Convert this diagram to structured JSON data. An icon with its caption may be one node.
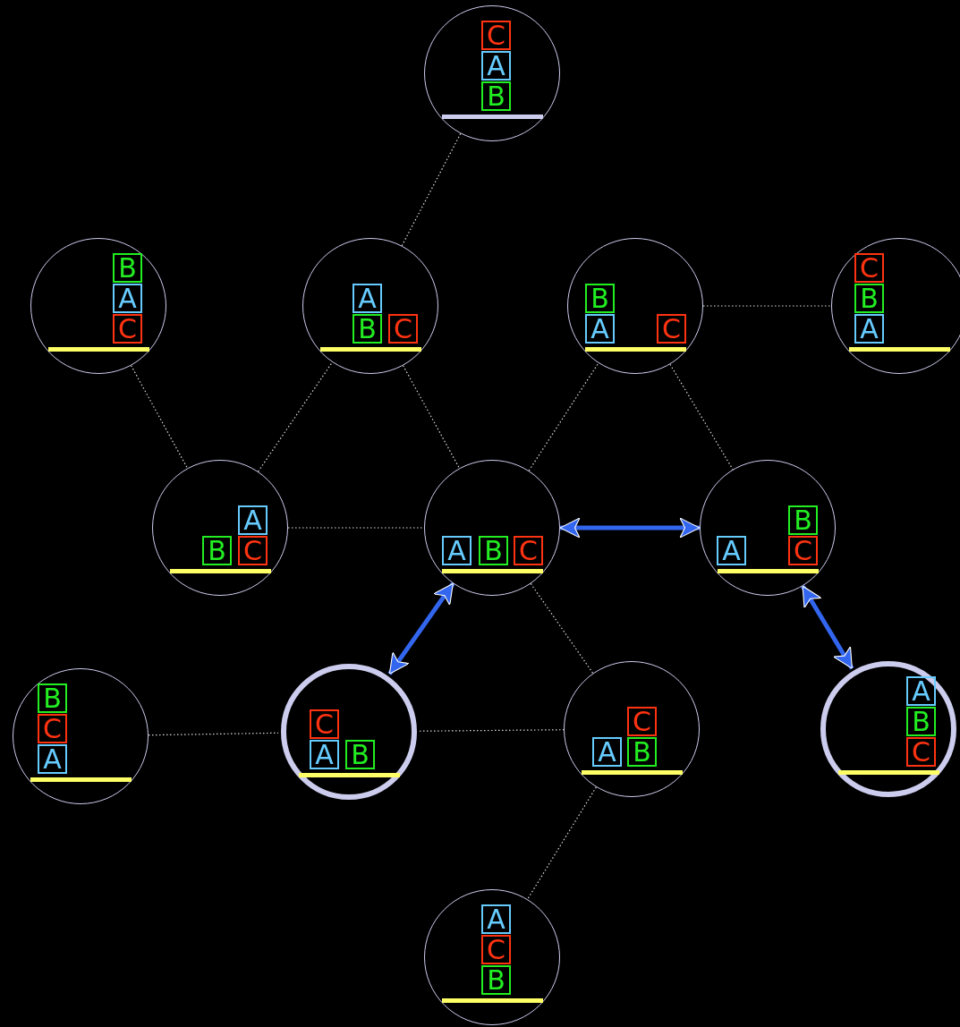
{
  "diagram": {
    "nodes": [
      {
        "text": [],
        "shape": "circle"
      },
      {
        "text": [
          "C"
        ],
        "in": 0
      },
      {
        "text": [
          "A"
        ],
        "in": 0
      },
      {
        "text": [
          "B"
        ],
        "in": 0
      },
      {
        "text": [],
        "shape": "circle"
      },
      {
        "text": [
          "B"
        ],
        "in": 4
      },
      {
        "text": [
          "A"
        ],
        "in": 4
      },
      {
        "text": [
          "C"
        ],
        "in": 4
      },
      {
        "text": [],
        "shape": "circle"
      },
      {
        "text": [
          "A"
        ],
        "in": 8
      },
      {
        "text": [
          "B"
        ],
        "in": 8
      },
      {
        "text": [
          "C"
        ],
        "in": 8
      },
      {
        "text": [],
        "shape": "circle"
      },
      {
        "text": [
          "B"
        ],
        "in": 12
      },
      {
        "text": [
          "A"
        ],
        "in": 12
      },
      {
        "text": [
          "C"
        ],
        "in": 12
      },
      {
        "text": [],
        "shape": "circle"
      },
      {
        "text": [
          "C"
        ],
        "in": 16
      },
      {
        "text": [
          "B"
        ],
        "in": 16
      },
      {
        "text": [
          "A"
        ],
        "in": 16
      },
      {
        "text": [],
        "shape": "circle"
      },
      {
        "text": [
          "A"
        ],
        "in": 20
      },
      {
        "text": [
          "B"
        ],
        "in": 20
      },
      {
        "text": [
          "C"
        ],
        "in": 20
      },
      {
        "text": [],
        "shape": "circle"
      },
      {
        "text": [
          "A"
        ],
        "in": 24
      },
      {
        "text": [
          "B"
        ],
        "in": 24
      },
      {
        "text": [
          "C"
        ],
        "in": 24
      },
      {
        "text": [],
        "shape": "circle"
      },
      {
        "text": [
          "B"
        ],
        "in": 28
      },
      {
        "text": [
          "A"
        ],
        "in": 28
      },
      {
        "text": [
          "C"
        ],
        "in": 28
      },
      {
        "text": [],
        "shape": "circle"
      },
      {
        "text": [
          "B"
        ],
        "in": 32
      },
      {
        "text": [
          "C"
        ],
        "in": 32
      },
      {
        "text": [
          "A"
        ],
        "in": 32
      },
      {
        "text": [],
        "shape": "circle"
      },
      {
        "text": [
          "C"
        ],
        "in": 36
      },
      {
        "text": [
          "A"
        ],
        "in": 36
      },
      {
        "text": [
          "B"
        ],
        "in": 36
      },
      {
        "text": [],
        "shape": "circle"
      },
      {
        "text": [
          "C"
        ],
        "in": 40
      },
      {
        "text": [
          "A"
        ],
        "in": 40
      },
      {
        "text": [
          "B"
        ],
        "in": 40
      },
      {
        "text": [],
        "shape": "circle"
      },
      {
        "text": [
          "A"
        ],
        "in": 44
      },
      {
        "text": [
          "B"
        ],
        "in": 44
      },
      {
        "text": [
          "C"
        ],
        "in": 44
      },
      {
        "text": [],
        "shape": "circle"
      },
      {
        "text": [
          "A"
        ],
        "in": 48
      },
      {
        "text": [
          "C"
        ],
        "in": 48
      },
      {
        "text": [
          "B"
        ],
        "in": 48
      }
    ],
    "edges": [
      {
        "from": 0,
        "to": 8,
        "arrow": "none",
        "style": "dashed"
      },
      {
        "from": 4,
        "to": 20,
        "arrow": "none",
        "style": "dashed"
      },
      {
        "from": 20,
        "to": 8,
        "arrow": "none",
        "style": "dashed"
      },
      {
        "from": 8,
        "to": 24,
        "arrow": "none",
        "style": "dashed"
      },
      {
        "from": 24,
        "to": 12,
        "arrow": "none",
        "style": "dashed"
      },
      {
        "from": 12,
        "to": 16,
        "arrow": "none",
        "style": "dashed"
      },
      {
        "from": 12,
        "to": 28,
        "arrow": "none",
        "style": "dashed"
      },
      {
        "from": 20,
        "to": 24,
        "arrow": "none",
        "style": "dashed"
      },
      {
        "from": 24,
        "to": 28,
        "arrow": "both",
        "style": "thick",
        "color": "#3366ee"
      },
      {
        "from": 24,
        "to": 36,
        "arrow": "both",
        "style": "thick",
        "color": "#3366ee"
      },
      {
        "from": 24,
        "to": 40,
        "arrow": "none",
        "style": "dashed"
      },
      {
        "from": 28,
        "to": 44,
        "arrow": "both",
        "style": "thick",
        "color": "#3366ee"
      },
      {
        "from": 32,
        "to": 36,
        "arrow": "none",
        "style": "dashed"
      },
      {
        "from": 36,
        "to": 40,
        "arrow": "none",
        "style": "dashed"
      },
      {
        "from": 40,
        "to": 48,
        "arrow": "none",
        "style": "dashed"
      }
    ]
  }
}
